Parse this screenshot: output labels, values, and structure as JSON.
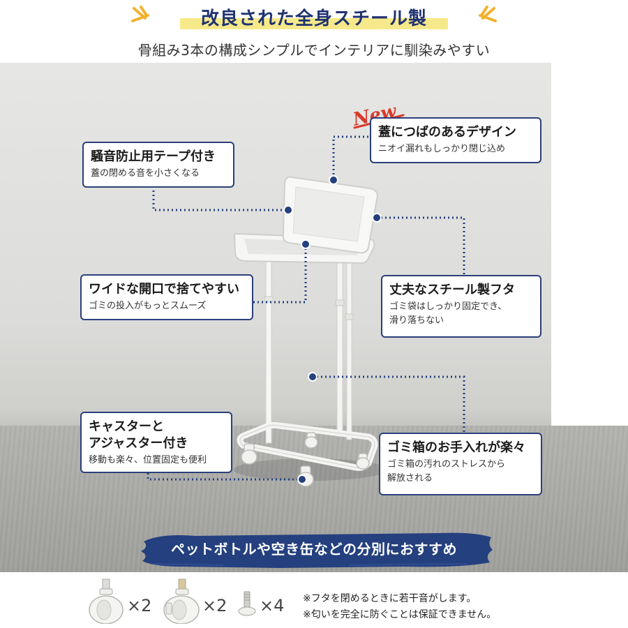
{
  "header": {
    "title": "改良された全身スチール製",
    "subtitle": "骨組み3本の構成シンプルでインテリアに馴染みやすい"
  },
  "colors": {
    "navy": "#1f3270",
    "highlight": "#f6e98a",
    "callout_border": "#2b3f7a",
    "new_red": "#d93a2b"
  },
  "badge": {
    "new": "New"
  },
  "callouts": {
    "lid_rim": {
      "heading": "蓋につばのあるデザイン",
      "body": "ニオイ漏れもしっかり閉じ込め"
    },
    "tape": {
      "heading": "騒音防止用テープ付き",
      "body": "蓋の閉める音を小さくなる"
    },
    "wide_opening": {
      "heading": "ワイドな開口で捨てやすい",
      "body": "ゴミの投入がもっとスムーズ"
    },
    "steel_lid": {
      "heading": "丈夫なスチール製フタ",
      "body_line1": "ゴミ袋はしっかり固定でき、",
      "body_line2": "滑り落ちない"
    },
    "casters": {
      "heading_line1": "キャスターと",
      "heading_line2": "アジャスター付き",
      "body": "移動も楽々、位置固定も便利"
    },
    "maintenance": {
      "heading": "ゴミ箱のお手入れが楽々",
      "body_line1": "ゴミ箱の汚れのストレスから",
      "body_line2": "解放される"
    }
  },
  "banner": {
    "text": "ペットボトルや空き缶などの分別におすすめ"
  },
  "accessories": {
    "caster_a_count": "×2",
    "caster_b_count": "×2",
    "adjuster_count": "×4",
    "icons": [
      "caster-icon",
      "caster-icon",
      "adjuster-foot-icon"
    ]
  },
  "notes": [
    "※フタを閉めるときに若干音がします。",
    "※匂いを完全に防ぐことは保証できません。"
  ]
}
